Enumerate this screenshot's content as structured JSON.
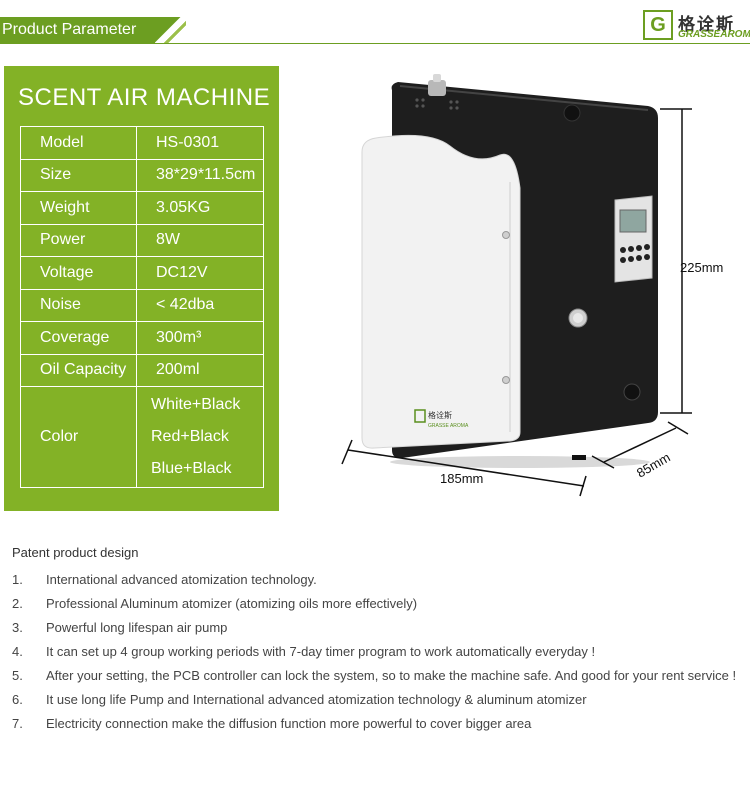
{
  "header": {
    "title": "Product Parameter",
    "brand_cn": "格诠斯",
    "brand_en": "GRASSEAROMA"
  },
  "panel": {
    "title": "SCENT AIR MACHINE",
    "specs": [
      {
        "key": "Model",
        "value": "HS-0301"
      },
      {
        "key": "Size",
        "value": "38*29*11.5cm"
      },
      {
        "key": "Weight",
        "value": "3.05KG"
      },
      {
        "key": "Power",
        "value": "8W"
      },
      {
        "key": "Voltage",
        "value": "DC12V"
      },
      {
        "key": "Noise",
        "value": "< 42dba"
      },
      {
        "key": "Coverage",
        "value": "300m³"
      },
      {
        "key": "Oil Capacity",
        "value": "200ml"
      }
    ],
    "color_label": "Color",
    "colors": [
      "White+Black",
      "Red+Black",
      "Blue+Black"
    ]
  },
  "product": {
    "height_label": "225mm",
    "width_label": "185mm",
    "depth_label": "85mm",
    "device_logo_cn": "格诠斯",
    "device_logo_en": "GRASSE AROMA"
  },
  "features": {
    "intro": "Patent product design",
    "items": [
      {
        "num": "1.",
        "text": "International advanced atomization technology."
      },
      {
        "num": "2.",
        "text": "Professional Aluminum atomizer (atomizing oils more effectively)"
      },
      {
        "num": "3.",
        "text": "Powerful long lifespan air pump"
      },
      {
        "num": "4.",
        "text": "It can set up 4 group working periods with 7-day timer program to work automatically everyday !"
      },
      {
        "num": "5.",
        "text": "After your setting, the PCB controller can lock the system, so to make the machine safe. And good for your rent service !"
      },
      {
        "num": "6.",
        "text": "It use long life Pump and International advanced atomization technology & aluminum atomizer"
      },
      {
        "num": "7.",
        "text": "Electricity connection make the diffusion function more powerful to cover bigger area"
      }
    ]
  },
  "colors": {
    "brand_green": "#83b226",
    "header_green": "#6c9e21",
    "device_black": "#1e1e1e",
    "device_panel": "#f2f2f2"
  }
}
